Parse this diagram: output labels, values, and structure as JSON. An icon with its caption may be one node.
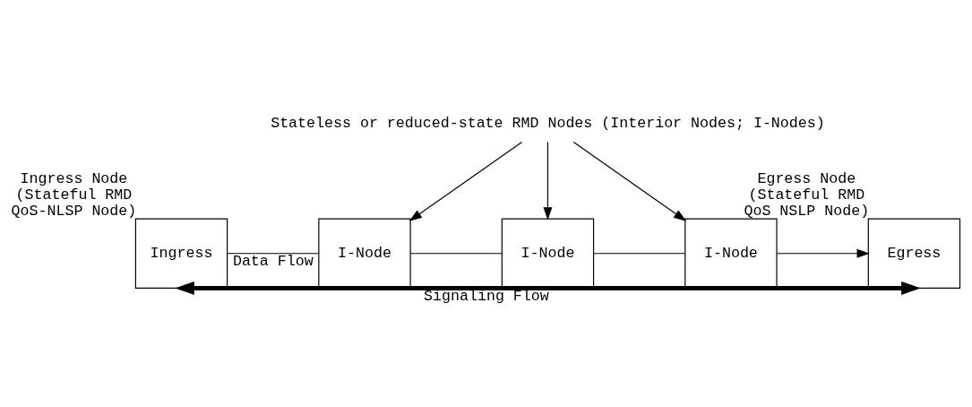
{
  "diagram": {
    "nodes": [
      {
        "text": [
          "Ingress"
        ],
        "beside": [
          "Ingress Node (Stateful RMD QoS-NLSP Node)"
        ]
      },
      {
        "text": [
          "I-Node"
        ]
      },
      {
        "text": [
          "I-Node"
        ]
      },
      {
        "text": [
          "I-Node"
        ]
      },
      {
        "text": [
          "Egress"
        ],
        "beside": [
          "Egress Node (Stateful RMD QoS NSLP Node)"
        ]
      },
      {
        "text": [
          "Stateless or reduced-state RMD Nodes (Interior Nodes; I-Nodes)"
        ]
      }
    ],
    "edges": [
      {
        "from": 0,
        "to": 1,
        "arrow": "none",
        "label": "Data Flow"
      },
      {
        "from": 1,
        "to": 2,
        "arrow": "none"
      },
      {
        "from": 2,
        "to": 3,
        "arrow": "none"
      },
      {
        "from": 3,
        "to": 4,
        "arrow": "to"
      },
      {
        "from": 5,
        "to": 1,
        "arrow": "to"
      },
      {
        "from": 5,
        "to": 2,
        "arrow": "to"
      },
      {
        "from": 5,
        "to": 3,
        "arrow": "to"
      },
      {
        "from": 0,
        "to": 4,
        "arrow": "to",
        "style": "thick"
      },
      {
        "from": 4,
        "to": 0,
        "arrow": "to",
        "style": "thick",
        "label": "Signaling Flow"
      }
    ]
  }
}
